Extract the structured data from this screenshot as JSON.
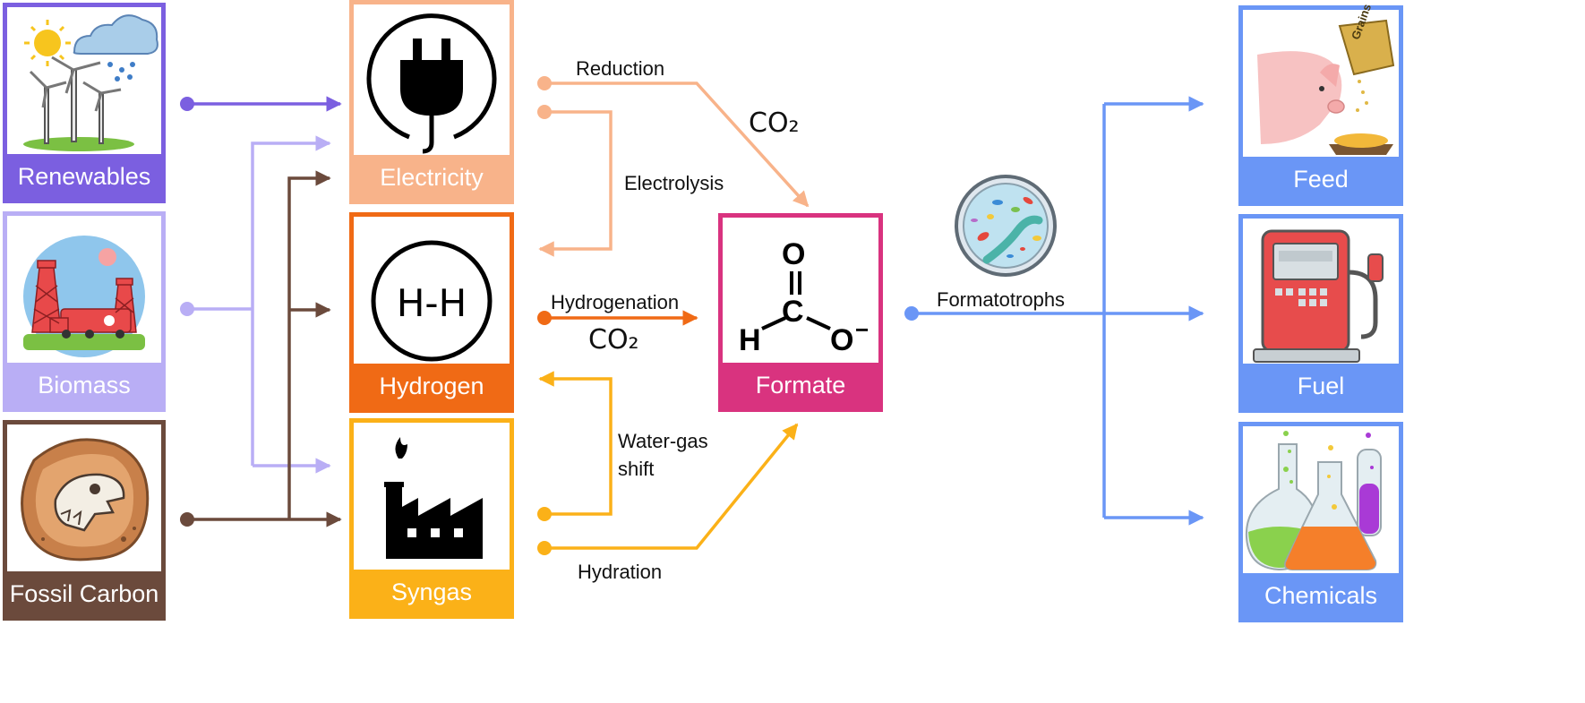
{
  "sources": {
    "renewables": "Renewables",
    "biomass": "Biomass",
    "fossil": "Fossil Carbon"
  },
  "carriers": {
    "electricity": "Electricity",
    "hydrogen": "Hydrogen",
    "hydrogen_symbol": "H-H",
    "syngas": "Syngas"
  },
  "center": {
    "formate": "Formate",
    "atom_o_top": "O",
    "atom_c": "C",
    "atom_h": "H",
    "atom_o_right": "O",
    "charge": "−"
  },
  "processes": {
    "reduction": "Reduction",
    "co2_reduction": "CO₂",
    "electrolysis": "Electrolysis",
    "hydrogenation": "Hydrogenation",
    "co2_hydrogenation": "CO₂",
    "wgs_line1": "Water-gas",
    "wgs_line2": "shift",
    "hydration": "Hydration",
    "formatotrophs": "Formatotrophs"
  },
  "products": {
    "feed": "Feed",
    "grains": "Grains",
    "fuel": "Fuel",
    "chemicals": "Chemicals"
  },
  "colors": {
    "renewables": "#7b5fe0",
    "biomass": "#b9aef5",
    "fossil": "#6b4a3c",
    "electricity": "#f8b38a",
    "hydrogen": "#f06a15",
    "syngas": "#fbb118",
    "formate": "#d9337f",
    "products": "#6a96f6"
  }
}
